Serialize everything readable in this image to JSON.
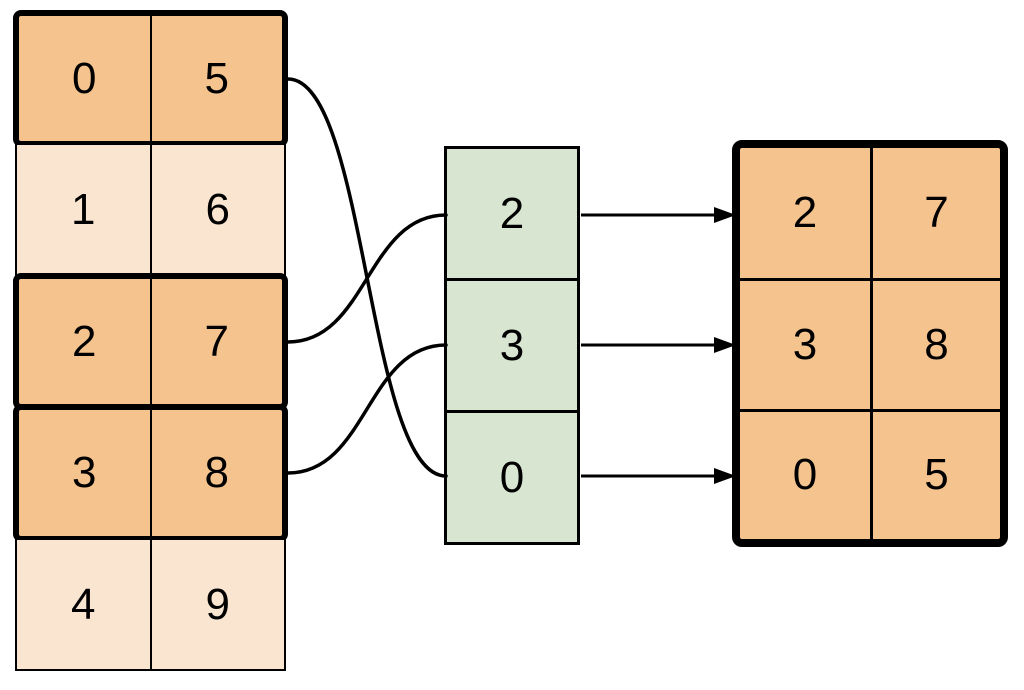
{
  "colors": {
    "background": "#FFFFFF",
    "highlight_fill": "#F5C38E",
    "muted_fill": "#FAE6D0",
    "index_fill": "#D7E5D1",
    "stroke": "#000000"
  },
  "source_table": {
    "rows": [
      {
        "index": "0",
        "value": "5",
        "highlighted": true
      },
      {
        "index": "1",
        "value": "6",
        "highlighted": false
      },
      {
        "index": "2",
        "value": "7",
        "highlighted": true
      },
      {
        "index": "3",
        "value": "8",
        "highlighted": true
      },
      {
        "index": "4",
        "value": "9",
        "highlighted": false
      }
    ]
  },
  "index_column": {
    "values": [
      "2",
      "3",
      "0"
    ]
  },
  "result_table": {
    "rows": [
      {
        "index": "2",
        "value": "7"
      },
      {
        "index": "3",
        "value": "8"
      },
      {
        "index": "0",
        "value": "5"
      }
    ]
  },
  "connections": {
    "curves": [
      {
        "from": "source-row-0",
        "to": "index-cell-2"
      },
      {
        "from": "source-row-2",
        "to": "index-cell-0"
      },
      {
        "from": "source-row-3",
        "to": "index-cell-1"
      }
    ],
    "arrows": [
      {
        "from": "index-cell-0",
        "to": "result-row-0"
      },
      {
        "from": "index-cell-1",
        "to": "result-row-1"
      },
      {
        "from": "index-cell-2",
        "to": "result-row-2"
      }
    ]
  }
}
